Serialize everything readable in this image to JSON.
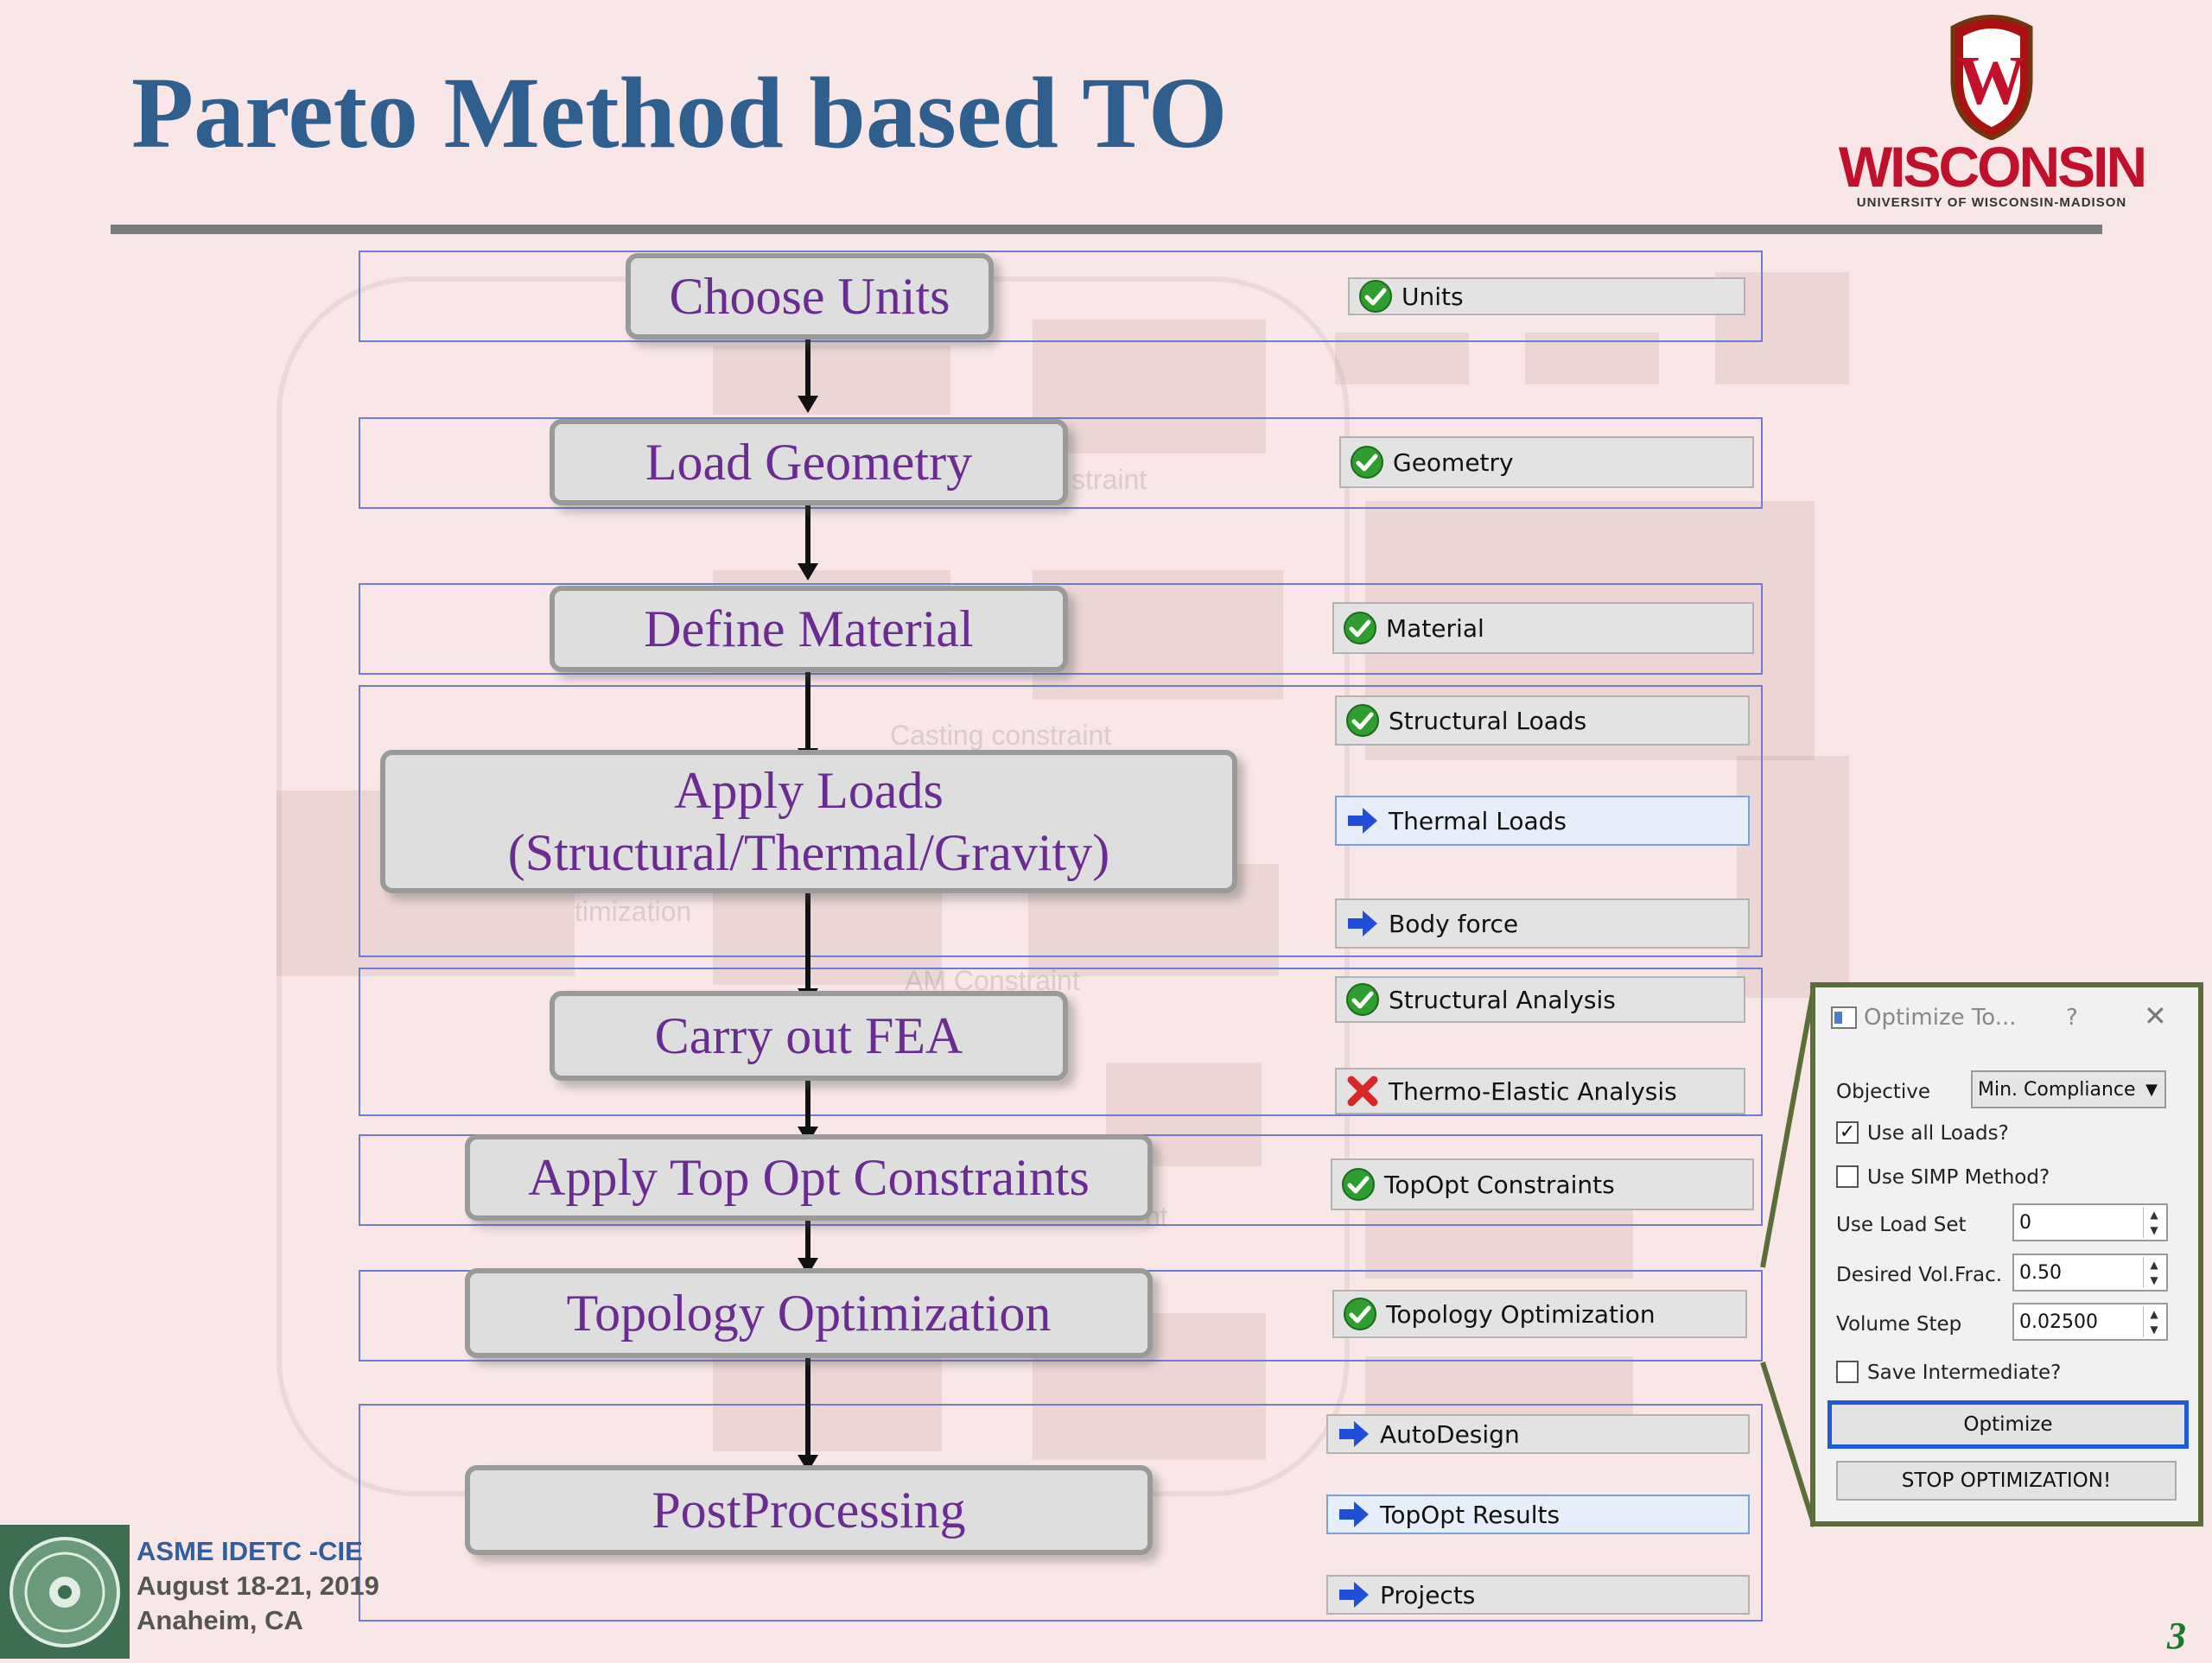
{
  "slide": {
    "title": "Pareto Method based TO",
    "page_number": "3"
  },
  "logo": {
    "word": "WISCONSIN",
    "sub": "UNIVERSITY OF WISCONSIN-MADISON",
    "crest_letter": "W",
    "colors": {
      "red": "#c0102a"
    }
  },
  "background_ghost": {
    "labels": [
      "straint",
      "Casting constraint",
      "timization",
      "AM Constraint",
      "nt"
    ]
  },
  "workflow": {
    "steps": [
      {
        "label": "Choose Units"
      },
      {
        "label": "Load Geometry"
      },
      {
        "label": "Define Material"
      },
      {
        "label_line1": "Apply Loads",
        "label_line2": "(Structural/Thermal/Gravity)"
      },
      {
        "label": "Carry out FEA"
      },
      {
        "label": "Apply Top Opt Constraints"
      },
      {
        "label": "Topology Optimization"
      },
      {
        "label": "PostProcessing"
      }
    ]
  },
  "toolbar": {
    "buttons": [
      {
        "label": "Units",
        "icon": "check-icon"
      },
      {
        "label": "Geometry",
        "icon": "check-icon"
      },
      {
        "label": "Material",
        "icon": "check-icon"
      },
      {
        "label": "Structural Loads",
        "icon": "check-icon"
      },
      {
        "label": "Thermal Loads",
        "icon": "arrow-right-icon"
      },
      {
        "label": "Body force",
        "icon": "arrow-right-icon"
      },
      {
        "label": "Structural Analysis",
        "icon": "check-icon"
      },
      {
        "label": "Thermo-Elastic Analysis",
        "icon": "cross-icon"
      },
      {
        "label": "TopOpt Constraints",
        "icon": "check-icon"
      },
      {
        "label": "Topology Optimization",
        "icon": "check-icon"
      },
      {
        "label": "AutoDesign",
        "icon": "arrow-right-icon"
      },
      {
        "label": "TopOpt Results",
        "icon": "arrow-right-icon"
      },
      {
        "label": "Projects",
        "icon": "arrow-right-icon"
      }
    ]
  },
  "dialog": {
    "title": "Optimize To...",
    "help": "?",
    "close": "✕",
    "objective_label": "Objective",
    "objective_value": "Min. Compliance",
    "use_all_loads_label": "Use all Loads?",
    "use_all_loads_checked": true,
    "use_simp_label": "Use SIMP Method?",
    "use_simp_checked": false,
    "load_set_label": "Use Load Set",
    "load_set_value": "0",
    "vol_frac_label": "Desired Vol.Frac.",
    "vol_frac_value": "0.50",
    "volume_step_label": "Volume Step",
    "volume_step_value": "0.02500",
    "save_intermediate_label": "Save Intermediate?",
    "save_intermediate_checked": false,
    "optimize_button": "Optimize",
    "stop_button": "STOP OPTIMIZATION!"
  },
  "conference": {
    "name": "ASME IDETC -CIE",
    "date": "August 18-21, 2019",
    "place": "Anaheim, CA"
  },
  "colors": {
    "title": "#2f5f8f",
    "step_text": "#6a2c91",
    "background": "#f9e6e6",
    "check_green": "#2e9e2e",
    "arrow_blue": "#1f4fd8",
    "cross_red": "#d8282a"
  }
}
